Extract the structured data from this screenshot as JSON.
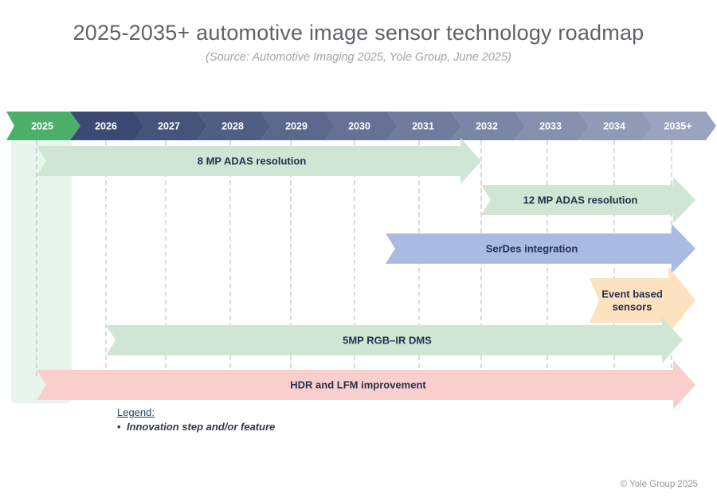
{
  "title": "2025-2035+ automotive image sensor technology roadmap",
  "subtitle": "(Source: Automotive Imaging 2025, Yole Group, June 2025)",
  "years": [
    "2025",
    "2026",
    "2027",
    "2028",
    "2029",
    "2030",
    "2031",
    "2032",
    "2033",
    "2034",
    "2035+"
  ],
  "current_year": "2025",
  "timeline": [
    {
      "label": "8 MP ADAS resolution",
      "start": "2025",
      "end": "2032",
      "color": "#cfe6d4"
    },
    {
      "label": "12 MP ADAS resolution",
      "start": "2032",
      "end": "2035+",
      "color": "#cfe6d4"
    },
    {
      "label": "SerDes integration",
      "start": "2030",
      "end": "2035+",
      "color": "#a9bbe0"
    },
    {
      "label": "Event based sensors",
      "start": "2034",
      "end": "2035+",
      "color": "#fde2c0"
    },
    {
      "label": "5MP RGB–IR DMS",
      "start": "2026",
      "end": "2035+",
      "color": "#cfe6d4"
    },
    {
      "label": "HDR and LFM improvement",
      "start": "2025",
      "end": "2035+",
      "color": "#f9cfcd"
    }
  ],
  "colors": {
    "current_year": "#4cb06a",
    "year_dark": "#3a4a72",
    "year_light": "#9aa4c0",
    "text_dark": "#25304f"
  },
  "legend": {
    "title": "Legend:",
    "bullet": "•",
    "item": "Innovation step and/or feature"
  },
  "copyright": "© Yole Group 2025"
}
